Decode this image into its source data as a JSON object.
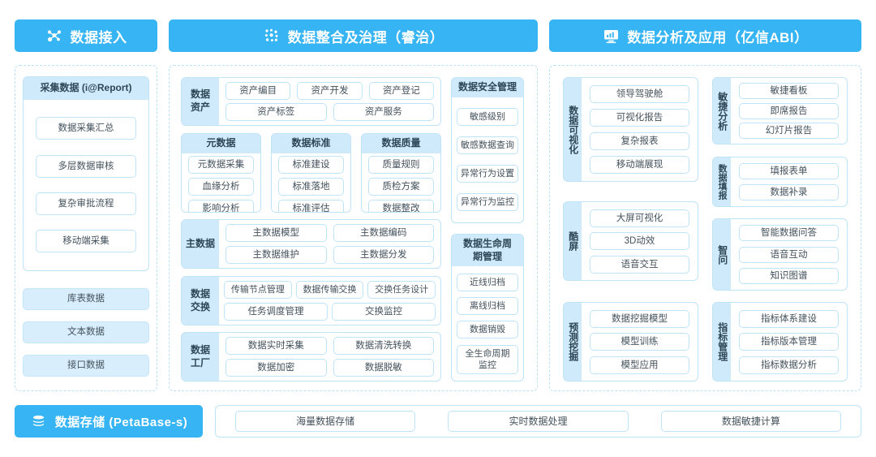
{
  "headers": {
    "ingest": {
      "title": "数据接入",
      "icon": "nodes-icon"
    },
    "govern": {
      "title": "数据整合及治理（睿治）",
      "icon": "dots-grid-icon"
    },
    "analysis": {
      "title": "数据分析及应用（亿信ABI）",
      "icon": "monitor-chart-icon"
    }
  },
  "ingest": {
    "collect": {
      "title": "采集数据 (i@Report)",
      "items": [
        "数据采集汇总",
        "多层数据审核",
        "复杂审批流程",
        "移动端采集"
      ]
    },
    "sources": [
      "库表数据",
      "文本数据",
      "接口数据"
    ]
  },
  "govern": {
    "asset": {
      "label": "数据资产",
      "row1": [
        "资产编目",
        "资产开发",
        "资产登记"
      ],
      "row2": [
        "资产标签",
        "资产服务"
      ]
    },
    "metadata": {
      "title": "元数据",
      "items": [
        "元数据采集",
        "血缘分析",
        "影响分析"
      ]
    },
    "standard": {
      "title": "数据标准",
      "items": [
        "标准建设",
        "标准落地",
        "标准评估"
      ]
    },
    "quality": {
      "title": "数据质量",
      "items": [
        "质量规则",
        "质检方案",
        "数据整改"
      ]
    },
    "mdm": {
      "label": "主数据",
      "row1": [
        "主数据模型",
        "主数据编码"
      ],
      "row2": [
        "主数据维护",
        "主数据分发"
      ]
    },
    "exchange": {
      "label": "数据交换",
      "row1": [
        "传输节点管理",
        "数据传输交换",
        "交换任务设计"
      ],
      "row2": [
        "任务调度管理",
        "交换监控"
      ]
    },
    "factory": {
      "label": "数据工厂",
      "row1": [
        "数据实时采集",
        "数据清洗转换"
      ],
      "row2": [
        "数据加密",
        "数据脱敏"
      ]
    },
    "security": {
      "title": "数据安全管理",
      "items": [
        "敏感级别",
        "敏感数据查询",
        "异常行为设置",
        "异常行为监控"
      ]
    },
    "lifecycle": {
      "title": "数据生命周期管理",
      "items": [
        "近线归档",
        "离线归档",
        "数据销毁",
        "全生命周期监控"
      ]
    }
  },
  "analysis": {
    "visualization": {
      "label": "数据可视化",
      "items": [
        "领导驾驶舱",
        "可视化报告",
        "复杂报表",
        "移动端展现"
      ]
    },
    "coolscreen": {
      "label": "酷屏",
      "items": [
        "大屏可视化",
        "3D动效",
        "语音交互"
      ]
    },
    "mining": {
      "label": "预测挖掘",
      "items": [
        "数据挖掘模型",
        "模型训练",
        "模型应用"
      ]
    },
    "agile": {
      "label": "敏捷分析",
      "items": [
        "敏捷看板",
        "即席报告",
        "幻灯片报告"
      ]
    },
    "fill": {
      "label": "数据填报",
      "items": [
        "填报表单",
        "数据补录"
      ]
    },
    "ask": {
      "label": "智问",
      "items": [
        "智能数据问答",
        "语音互动",
        "知识图谱"
      ]
    },
    "indicator": {
      "label": "指标管理",
      "items": [
        "指标体系建设",
        "指标版本管理",
        "指标数据分析"
      ]
    }
  },
  "storage": {
    "title": "数据存储 (PetaBase-s)",
    "icon": "database-icon",
    "items": [
      "海量数据存储",
      "实时数据处理",
      "数据敏捷计算"
    ]
  },
  "colors": {
    "brand": "#36b4f3",
    "panel_border": "#b9e2f7",
    "chip_border": "#bfe4f7",
    "head_bg": "#cfeafb",
    "chip_fill": "#d8eefc",
    "text": "#3a4a55"
  }
}
